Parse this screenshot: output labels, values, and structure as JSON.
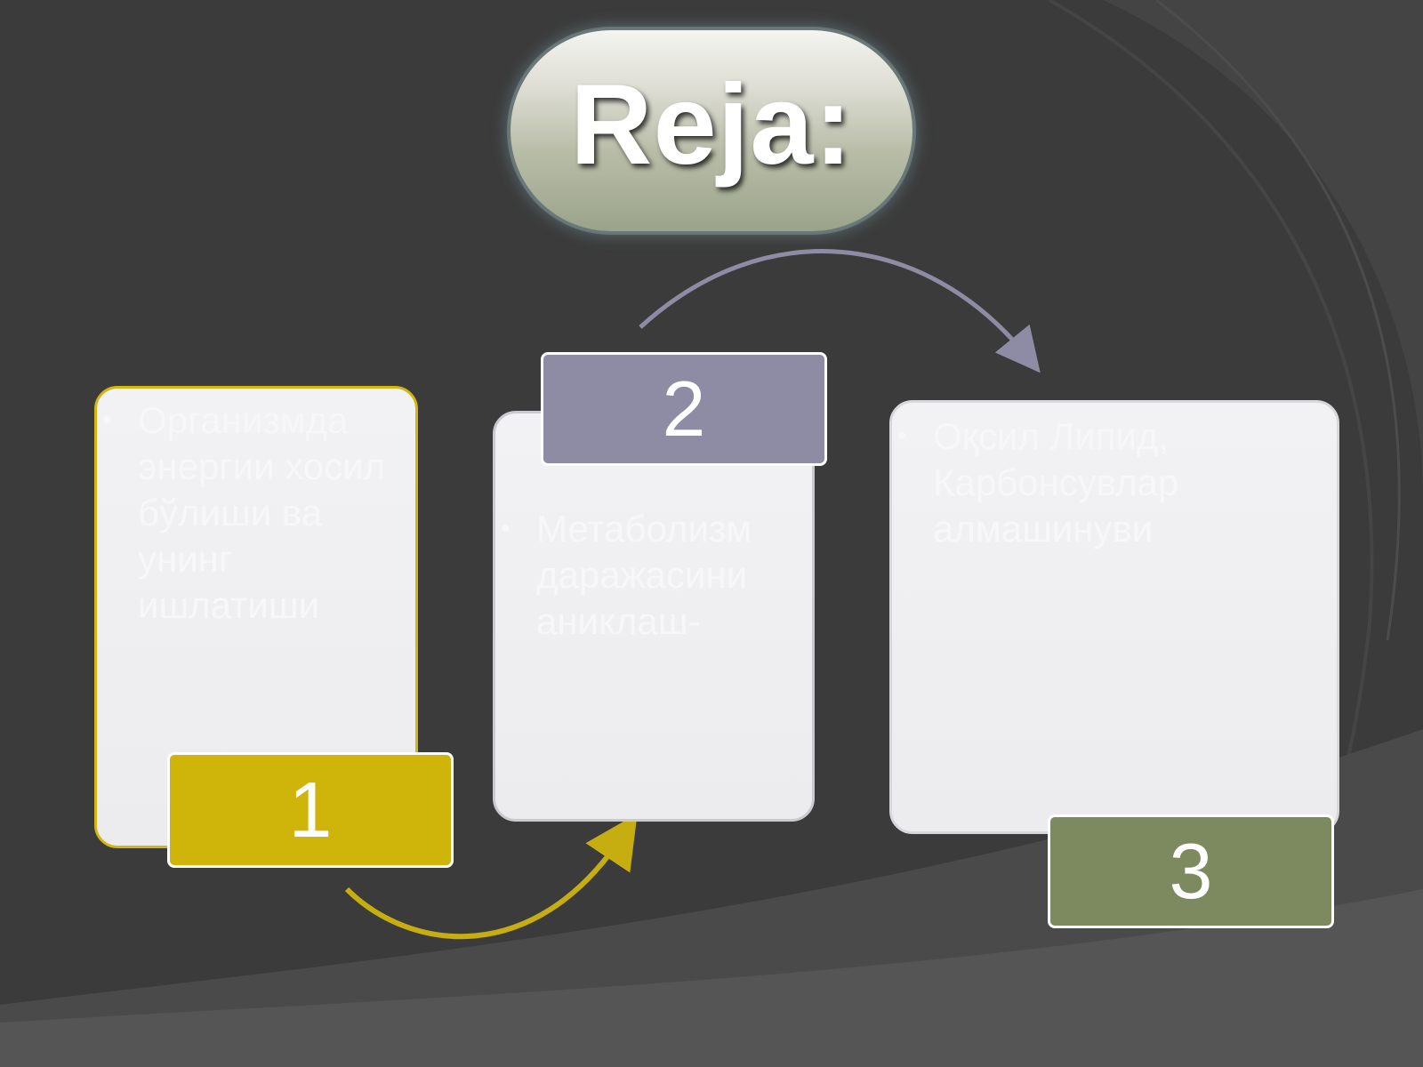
{
  "title": "Reja:",
  "steps": [
    {
      "number": "1",
      "text": "Организмда энергии хосил бўлиши ва унинг ишлатиши",
      "color": "#cfb40a"
    },
    {
      "number": "2",
      "text": "Метаболизм даражасини аниклаш-",
      "color": "#8e8ca4"
    },
    {
      "number": "3",
      "text": "Оқсил Липид, Карбонсувлар алмашинуви",
      "color": "#7d8a60"
    }
  ],
  "colors": {
    "background": "#3a3a3a",
    "arrow_1_to_2": "#c6ad10",
    "arrow_2_to_3": "#8e8ca4"
  },
  "icons": {
    "bullet": "•"
  }
}
